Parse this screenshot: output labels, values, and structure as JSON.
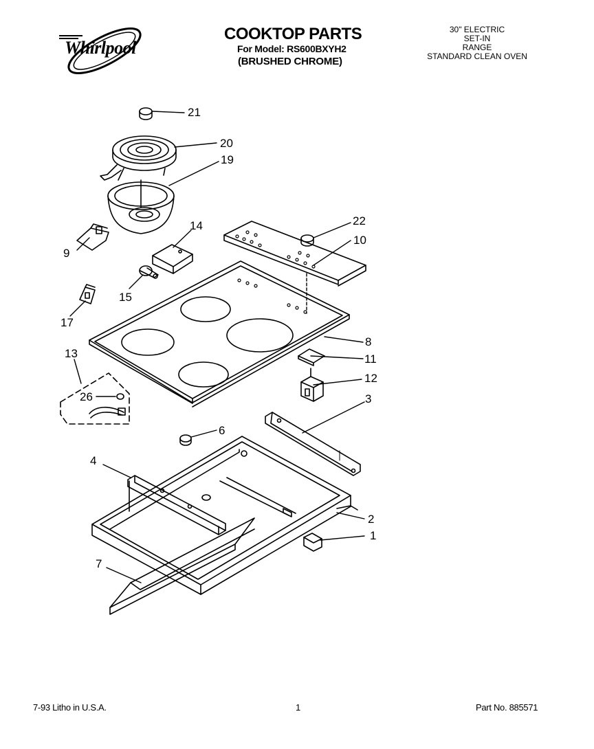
{
  "header": {
    "brand": "Whirlpool",
    "title": "COOKTOP PARTS",
    "model_line": "For Model: RS600BXYH2",
    "finish": "(BRUSHED CHROME)",
    "spec_lines": [
      "30\" ELECTRIC",
      "SET-IN",
      "RANGE",
      "STANDARD CLEAN OVEN"
    ]
  },
  "callouts": [
    {
      "id": "21",
      "label": "21"
    },
    {
      "id": "20",
      "label": "20"
    },
    {
      "id": "19",
      "label": "19"
    },
    {
      "id": "14",
      "label": "14"
    },
    {
      "id": "9",
      "label": "9"
    },
    {
      "id": "22",
      "label": "22"
    },
    {
      "id": "10",
      "label": "10"
    },
    {
      "id": "15",
      "label": "15"
    },
    {
      "id": "17",
      "label": "17"
    },
    {
      "id": "8",
      "label": "8"
    },
    {
      "id": "13",
      "label": "13"
    },
    {
      "id": "11",
      "label": "11"
    },
    {
      "id": "12",
      "label": "12"
    },
    {
      "id": "26",
      "label": "26"
    },
    {
      "id": "3",
      "label": "3"
    },
    {
      "id": "6",
      "label": "6"
    },
    {
      "id": "4",
      "label": "4"
    },
    {
      "id": "2",
      "label": "2"
    },
    {
      "id": "1",
      "label": "1"
    },
    {
      "id": "7",
      "label": "7"
    }
  ],
  "footer": {
    "litho": "7-93 Litho in U.S.A.",
    "page": "1",
    "part_no": "Part No. 885571"
  }
}
